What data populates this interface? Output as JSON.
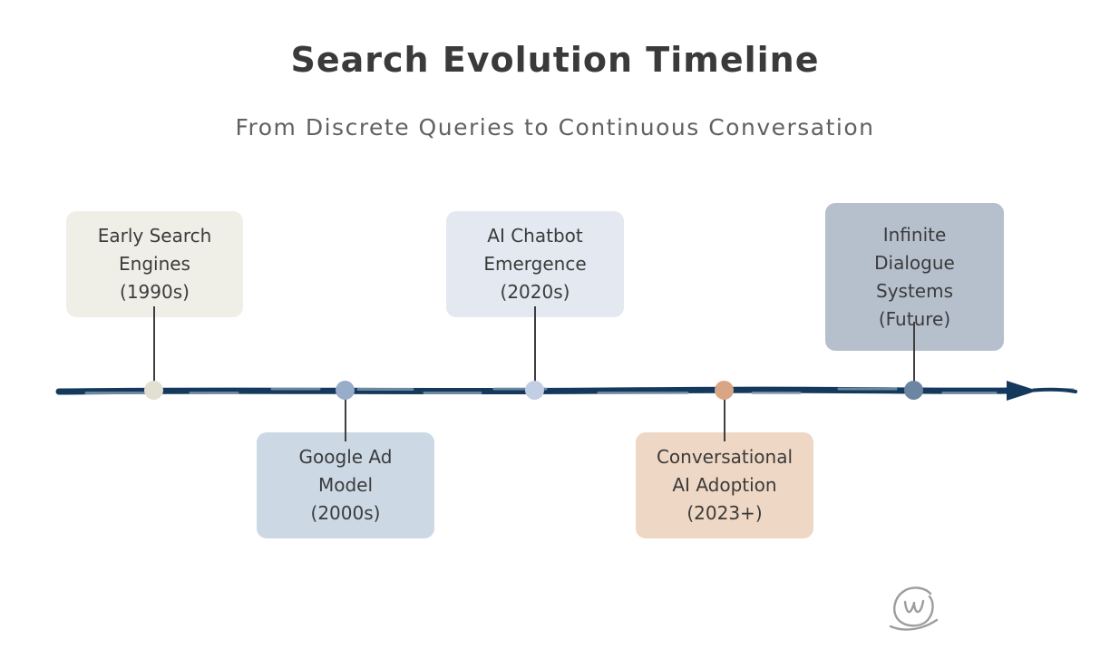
{
  "header": {
    "title": "Search Evolution Timeline",
    "subtitle": "From Discrete Queries to Continuous Conversation"
  },
  "colors": {
    "background": "#ffffff",
    "timeline": "#14395c",
    "timeline_sketch": "#8aa1b6",
    "connector": "#3e3e3e",
    "title_text": "#3a3a3a",
    "subtitle_text": "#616161",
    "box_text": "#3b3b3b",
    "watermark": "#9d9d9d"
  },
  "timeline": {
    "direction": "left-to-right",
    "milestones": [
      {
        "label": "Early Search\nEngines",
        "period": "(1990s)",
        "side": "above",
        "box_color": "#efefe8",
        "dot_color": "#e2e0d3"
      },
      {
        "label": "Google Ad\nModel",
        "period": "(2000s)",
        "side": "below",
        "box_color": "#ccd9e4",
        "dot_color": "#97adc9"
      },
      {
        "label": "AI Chatbot\nEmergence",
        "period": "(2020s)",
        "side": "above",
        "box_color": "#e3e8f1",
        "dot_color": "#c2cee3"
      },
      {
        "label": "Conversational\nAI Adoption",
        "period": "(2023+)",
        "side": "below",
        "box_color": "#eed7c4",
        "dot_color": "#d8a685"
      },
      {
        "label": "Infinite\nDialogue\nSystems",
        "period": "(Future)",
        "side": "above",
        "box_color": "#b6c0cd",
        "dot_color": "#6b85a3"
      }
    ]
  },
  "watermark": {
    "icon": "whimsical-w-signature"
  }
}
